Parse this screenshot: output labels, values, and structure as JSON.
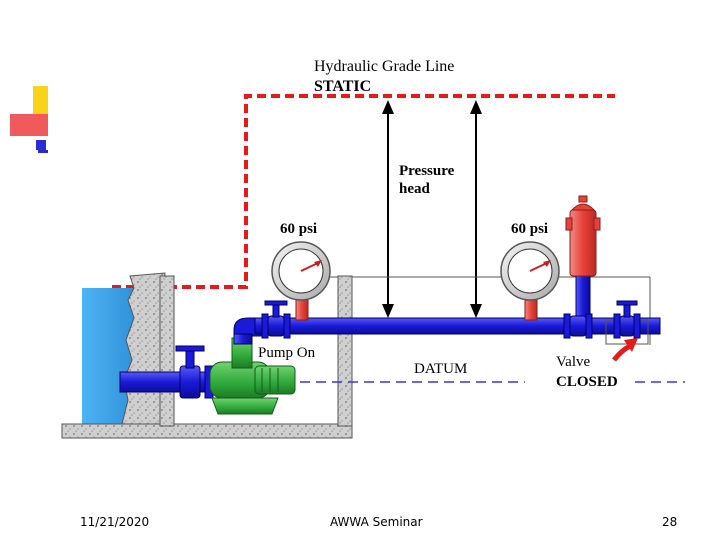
{
  "diagram": {
    "hgl_title": "Hydraulic Grade Line",
    "hgl_subtitle": "STATIC",
    "pressure_head_line1": "Pressure",
    "pressure_head_line2": "head",
    "gauge_left_label": "60 psi",
    "gauge_right_label": "60 psi",
    "pump_label": "Pump On",
    "datum_label": "DATUM",
    "valve_label": "Valve",
    "valve_state": "CLOSED"
  },
  "footer": {
    "date": "11/21/2020",
    "title": "AWWA Seminar",
    "page": "28"
  },
  "colors": {
    "hgl_red": "#e31b1b",
    "pipe_blue": "#2424e6",
    "water_blue": "#39a9ef",
    "pump_green": "#2fa83a",
    "gauge_riser_red": "#e8413a",
    "concrete_gray": "#c8c8c8",
    "deco_yellow": "#f7d417",
    "deco_red": "#f05a5a",
    "deco_blue": "#2b2bd8"
  }
}
